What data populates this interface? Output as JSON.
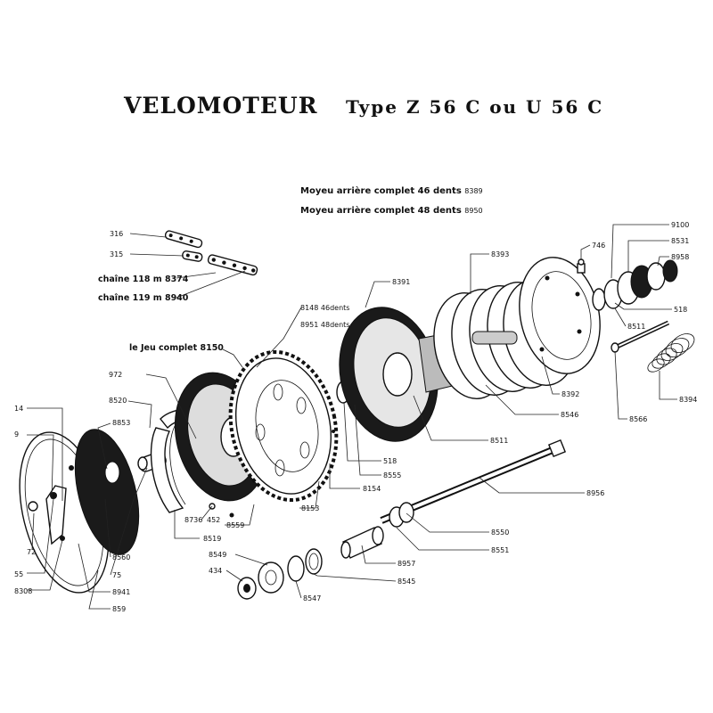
{
  "title": "VELOMOTEUR",
  "subtitle": "Type Z 56 C ou U 56 C",
  "hub": [
    {
      "label": "Moyeu arrière complet",
      "teeth": "46 dents",
      "ref": "8389"
    },
    {
      "label": "Moyeu arrière complet",
      "teeth": "48 dents",
      "ref": "8950"
    }
  ],
  "chain": [
    {
      "label": "chaîne",
      "length": "118 m",
      "ref": "8374"
    },
    {
      "label": "chaîne",
      "length": "119 m",
      "ref": "8940"
    }
  ],
  "sprocket": [
    {
      "ref": "8148",
      "teeth": "46dents"
    },
    {
      "ref": "8951",
      "teeth": "48dents"
    }
  ],
  "jeu": {
    "label": "le Jeu complet",
    "ref": "8150"
  },
  "refs": {
    "r316": "316",
    "r315": "315",
    "r972": "972",
    "r8520": "8520",
    "r14": "14",
    "r9": "9",
    "r8853": "8853",
    "r72": "72",
    "r55": "55",
    "r8308": "8308",
    "r75": "75",
    "r8560": "8560",
    "r8941": "8941",
    "r859": "859",
    "r8736": "8736",
    "r452": "452",
    "r8519": "8519",
    "r8559": "8559",
    "r8153": "8153",
    "r8154": "8154",
    "r8555": "8555",
    "r518a": "518",
    "r8391": "8391",
    "r8393": "8393",
    "r746": "746",
    "r9100": "9100",
    "r8531": "8531",
    "r8958": "8958",
    "r518b": "518",
    "r8511a": "8511",
    "r8392": "8392",
    "r8546": "8546",
    "r8511b": "8511",
    "r8566": "8566",
    "r8394": "8394",
    "r8956": "8956",
    "r8550": "8550",
    "r8551": "8551",
    "r8957": "8957",
    "r8549": "8549",
    "r434": "434",
    "r8545": "8545",
    "r8547": "8547"
  }
}
